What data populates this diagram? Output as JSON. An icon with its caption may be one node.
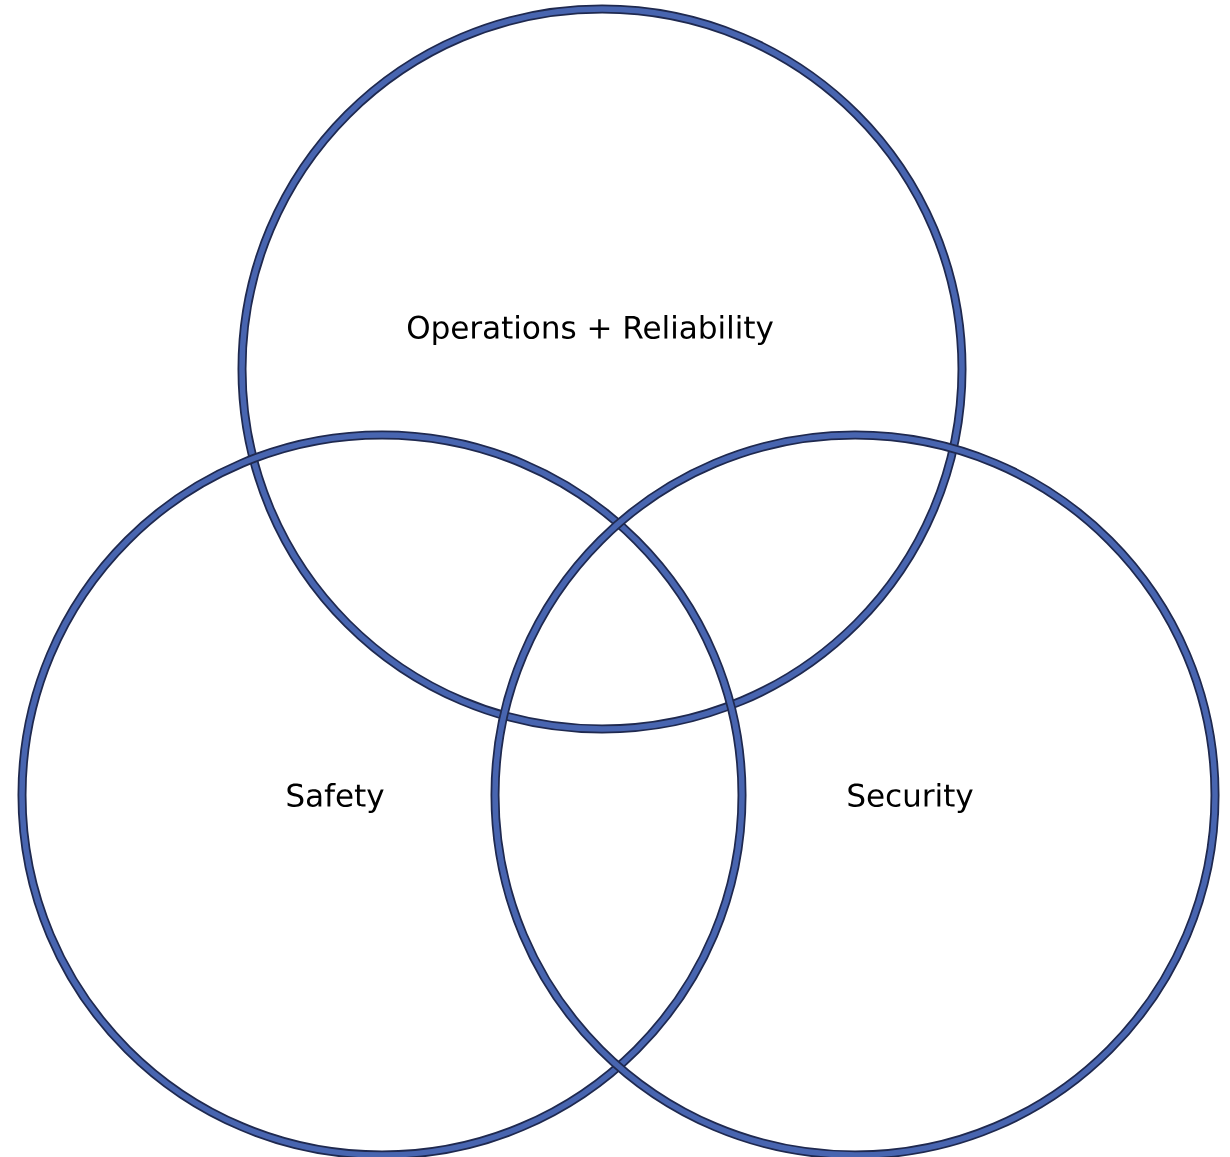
{
  "diagram": {
    "nodes": [
      {
        "text": [
          "Operations + Reliability"
        ]
      },
      {
        "text": [
          "Safety"
        ]
      },
      {
        "text": [
          "Security"
        ]
      }
    ]
  }
}
